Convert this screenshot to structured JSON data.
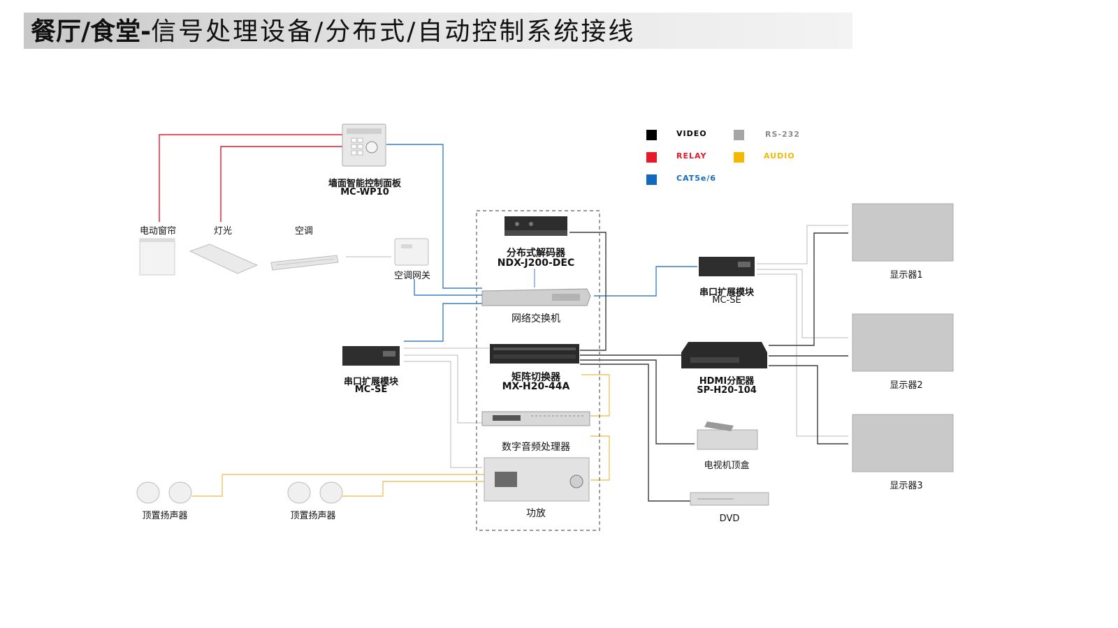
{
  "title": {
    "bold": "餐厅/食堂",
    "dash": "-",
    "rest": "信号处理设备/分布式/自动控制系统接线"
  },
  "legend": [
    {
      "label": "VIDEO",
      "color": "#000000"
    },
    {
      "label": "RS-232",
      "color": "#a6a6a6"
    },
    {
      "label": "RELAY",
      "color": "#e8182a"
    },
    {
      "label": "AUDIO",
      "color": "#f5b800"
    },
    {
      "label": "CAT5e/6",
      "color": "#1068c0"
    }
  ],
  "colors": {
    "video": "#222222",
    "rs232": "#b5b5b5",
    "relay": "#e8182a",
    "audio": "#f2c35e",
    "cat": "#3d7fc4"
  },
  "devices": {
    "wall_panel": {
      "name": "墙面智能控制面板",
      "model": "MC-WP10"
    },
    "curtain": {
      "name": "电动窗帘"
    },
    "light": {
      "name": "灯光"
    },
    "aircon": {
      "name": "空调"
    },
    "ac_gateway": {
      "name": "空调网关"
    },
    "decoder": {
      "name": "分布式解码器",
      "model": "NDX-J200-DEC"
    },
    "switch": {
      "name": "网络交换机"
    },
    "serial_right": {
      "name": "串口扩展模块",
      "model": "MC-SE"
    },
    "serial_left": {
      "name": "串口扩展模块",
      "model": "MC-SE"
    },
    "matrix": {
      "name": "矩阵切换器",
      "model": "MX-H20-44A"
    },
    "splitter": {
      "name": "HDMI分配器",
      "model": "SP-H20-104"
    },
    "dsp": {
      "name": "数字音频处理器"
    },
    "amp": {
      "name": "功放"
    },
    "stb": {
      "name": "电视机顶盒"
    },
    "dvd": {
      "name": "DVD"
    },
    "display1": {
      "name": "显示器1"
    },
    "display2": {
      "name": "显示器2"
    },
    "display3": {
      "name": "显示器3"
    },
    "speaker_a": {
      "name": "顶置扬声器"
    },
    "speaker_b": {
      "name": "顶置扬声器"
    }
  }
}
